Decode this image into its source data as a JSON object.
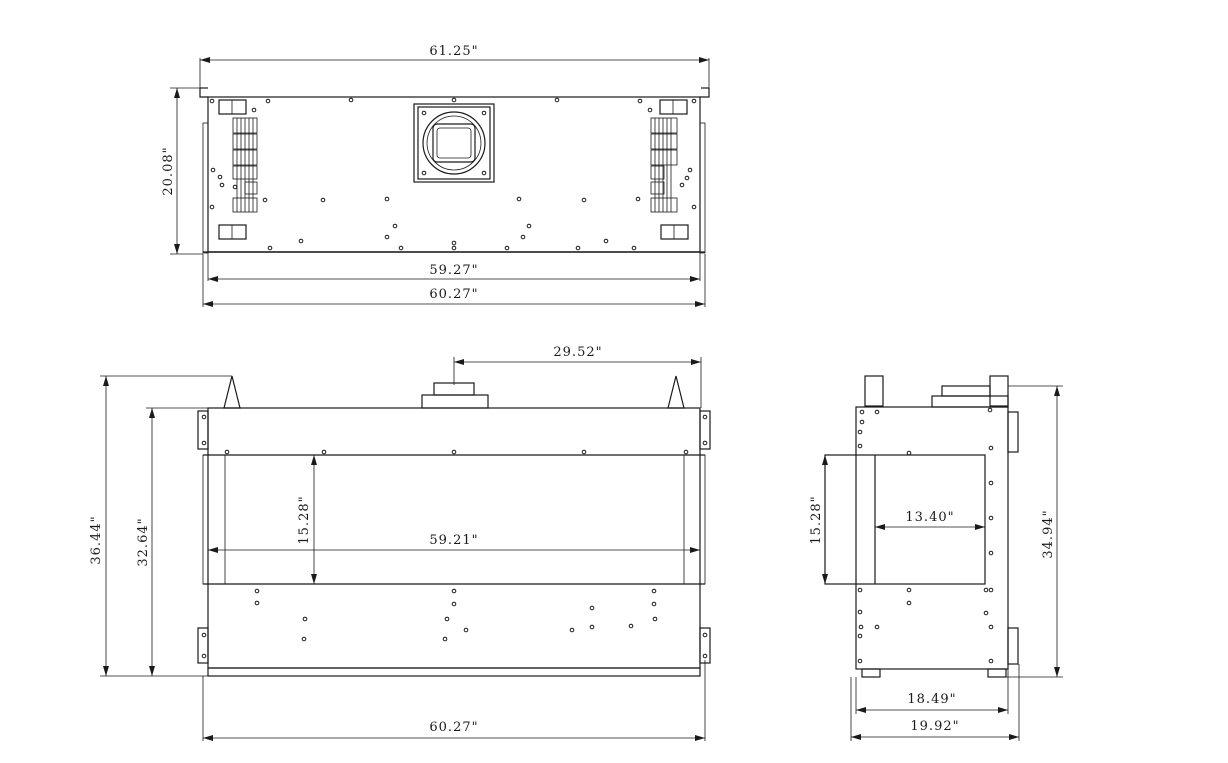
{
  "dimensions": {
    "top_overall_width": "61.25\"",
    "top_depth": "20.08\"",
    "top_inner_width": "59.27\"",
    "top_outer_width": "60.27\"",
    "front_vent_offset": "29.52\"",
    "front_total_height": "36.44\"",
    "front_body_height": "32.64\"",
    "front_opening_height": "15.28\"",
    "front_opening_width": "59.21\"",
    "front_overall_width": "60.27\"",
    "side_opening_height": "15.28\"",
    "side_opening_depth": "13.40\"",
    "side_total_height": "34.94\"",
    "side_inner_depth": "18.49\"",
    "side_overall_depth": "19.92\""
  }
}
